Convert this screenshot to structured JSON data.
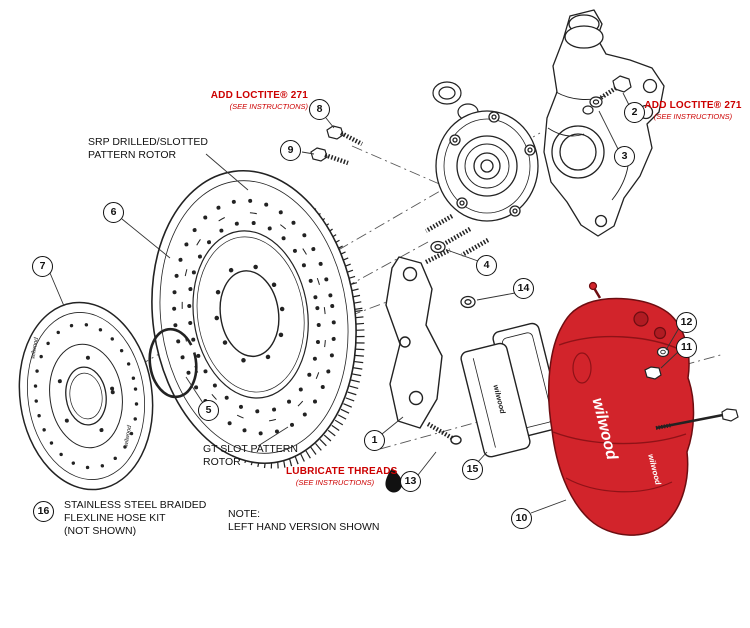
{
  "colors": {
    "warning_red": "#cc0000",
    "caliper_red": "#d2242b",
    "line_black": "#1a1a1a"
  },
  "callouts": [
    {
      "number": "1"
    },
    {
      "number": "2"
    },
    {
      "number": "3"
    },
    {
      "number": "4"
    },
    {
      "number": "5"
    },
    {
      "number": "6"
    },
    {
      "number": "7"
    },
    {
      "number": "8"
    },
    {
      "number": "9"
    },
    {
      "number": "10"
    },
    {
      "number": "11"
    },
    {
      "number": "12"
    },
    {
      "number": "13"
    },
    {
      "number": "14"
    },
    {
      "number": "15"
    },
    {
      "number": "16"
    }
  ],
  "labels": {
    "loctite_left_title": "ADD LOCTITE® 271",
    "loctite_left_sub": "(SEE INSTRUCTIONS)",
    "loctite_right_title": "ADD LOCTITE® 271",
    "loctite_right_sub": "(SEE INSTRUCTIONS)",
    "srp_rotor_line1": "SRP DRILLED/SLOTTED",
    "srp_rotor_line2": "PATTERN ROTOR",
    "gt_rotor_line1": "GT SLOT PATTERN",
    "gt_rotor_line2": "ROTOR",
    "lubricate_title": "LUBRICATE THREADS",
    "lubricate_sub": "(SEE INSTRUCTIONS)",
    "hose_line1": "STAINLESS STEEL BRAIDED",
    "hose_line2": "FLEXLINE HOSE KIT",
    "hose_line3": "(NOT SHOWN)",
    "note_line1": "NOTE:",
    "note_line2": "LEFT HAND VERSION SHOWN",
    "brand": "wilwood"
  }
}
